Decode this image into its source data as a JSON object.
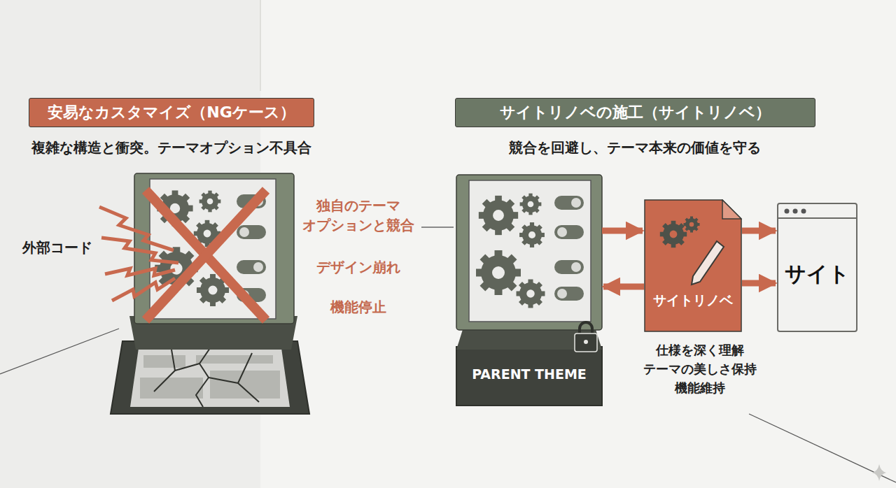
{
  "diagram": {
    "nodes": [
      {
        "text": [
          "安易なカスタマイズ（NGケース）"
        ]
      },
      {
        "text": [
          "サイトリノベの施工（サイトリノベ）"
        ]
      },
      {
        "text": [
          "PARENT THEME"
        ]
      },
      {
        "text": [
          "サイトリノベ"
        ]
      },
      {
        "text": [
          "サイト"
        ]
      }
    ],
    "edges": [
      {
        "from": 2,
        "to": 3,
        "arrow": "to"
      },
      {
        "from": 3,
        "to": 2,
        "arrow": "to"
      },
      {
        "from": 3,
        "to": 4,
        "arrow": "to"
      },
      {
        "from": 3,
        "to": 4,
        "arrow": "to"
      }
    ],
    "labels": [
      "複雑な構造と衝突。テーマオプション不具合",
      "外部コード",
      "独自のテーマ オプションと競合",
      "デザイン崩れ",
      "機能停止",
      "競合を回避し、テーマ本来の価値を守る",
      "仕様を深く理解",
      "テーマの美しさ保持",
      "機能維持"
    ]
  }
}
